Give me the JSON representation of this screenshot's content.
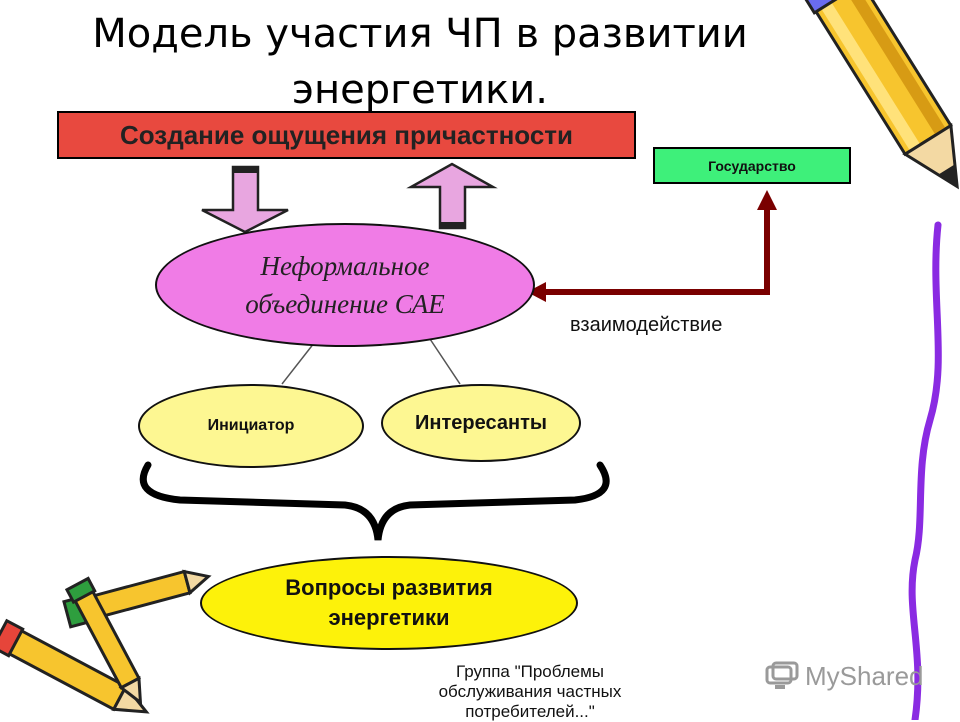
{
  "title": {
    "line1": "Модель участия ЧП в развитии",
    "line2": "энергетики."
  },
  "top_box": {
    "text": "Создание ощущения причастности"
  },
  "state_box": {
    "text": "Государство"
  },
  "main_ellipse": {
    "line1": "Неформальное",
    "line2": "объединение САЕ"
  },
  "interaction_label": "взаимодействие",
  "initiator": "Инициатор",
  "interested": "Интересанты",
  "questions": {
    "line1": "Вопросы развития",
    "line2": "энергетики"
  },
  "footer": {
    "line1": "Группа \"Проблемы",
    "line2": "обслуживания частных",
    "line3": "потребителей...\""
  },
  "watermark": {
    "text": "MyShared"
  },
  "colors": {
    "top_box": "#e8493f",
    "state_box": "#3ef07a",
    "main_ellipse": "#f07ce6",
    "yellow_ellipse": "#fdf792",
    "questions_ellipse": "#fdf20a",
    "connector": "#7a0000",
    "arrows_fill": "#e8a6e0",
    "purple_line": "#8a2be2"
  },
  "icons": [
    "pencil-icon",
    "pencils-icon",
    "myshared-logo-icon"
  ]
}
